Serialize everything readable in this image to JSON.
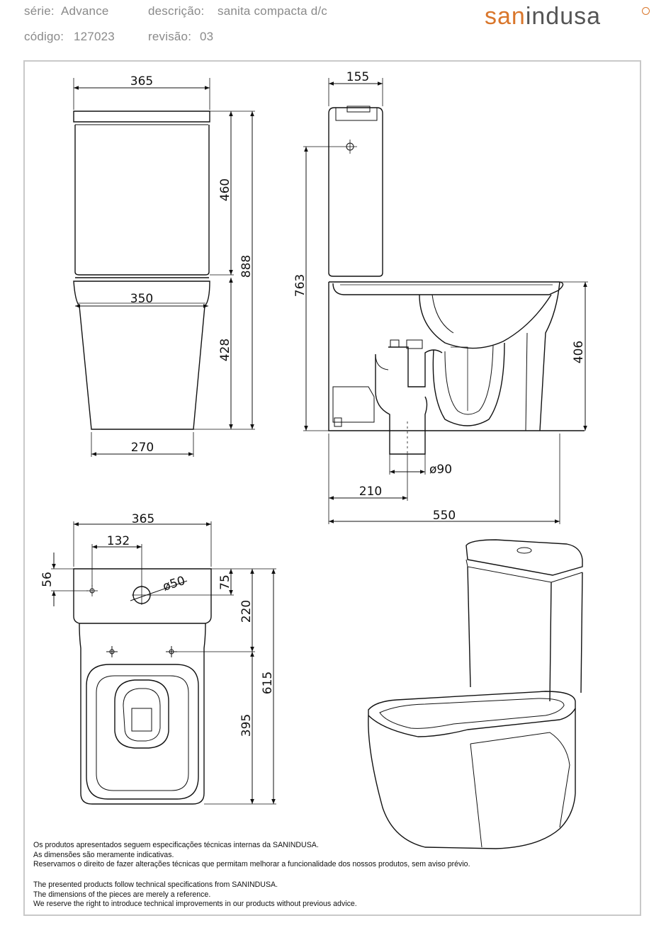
{
  "header": {
    "serie_label": "série:",
    "serie_value": "Advance",
    "descricao_label": "descrição:",
    "descricao_value": "sanita compacta d/c",
    "codigo_label": "código:",
    "codigo_value": "127023",
    "revisao_label": "revisão:",
    "revisao_value": "03"
  },
  "logo": {
    "part1": "san",
    "part2": "indusa"
  },
  "dimensions": {
    "front_width_top": "365",
    "front_tank_height": "460",
    "front_total_height": "888",
    "front_bowl_width": "350",
    "front_bowl_height": "428",
    "front_base_width": "270",
    "side_tank_depth": "155",
    "side_inlet_height": "763",
    "side_bowl_height": "406",
    "side_outlet_diameter": "ø90",
    "side_outlet_offset": "210",
    "side_total_depth": "550",
    "top_width": "365",
    "top_hole_offset_x": "132",
    "top_hole_offset_y": "56",
    "top_hole_diameter": "ø50",
    "top_tank_depth_small": "75",
    "top_tank_depth": "220",
    "top_total_depth": "615",
    "top_bowl_depth": "395"
  },
  "notes": {
    "pt": [
      "Os produtos apresentados seguem especificações técnicas internas da SANINDUSA.",
      "As dimensões são meramente indicativas.",
      "Reservamos o direito de fazer alterações técnicas que permitam melhorar a funcionalidade dos nossos produtos, sem aviso prévio."
    ],
    "en": [
      "The presented products follow technical specifications from SANINDUSA.",
      "The dimensions of the pieces are merely a reference.",
      "We reserve the right to introduce technical improvements in our products without previous advice."
    ]
  },
  "colors": {
    "brand_orange": "#d9762b",
    "brand_grey": "#555555",
    "frame": "#c9c9c9",
    "header_text": "#8a8a8a"
  }
}
